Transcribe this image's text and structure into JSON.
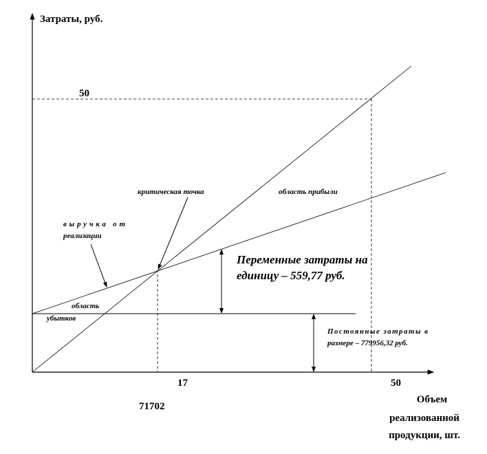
{
  "title": "Затраты, руб.",
  "y_value_label": "50",
  "x_critical_label": "17",
  "x_max_label": "50",
  "critical_value": "71702",
  "x_axis_title": [
    "Объем",
    "реализованной",
    "продукции, шт."
  ],
  "labels": {
    "critical_point": "критическая точка",
    "profit_area": "область прибыли",
    "revenue": [
      "выручка от",
      "реализации"
    ],
    "loss_area": [
      "область",
      "убытков"
    ],
    "variable_costs": [
      "Переменные затраты на",
      "единицу – 559,77 руб."
    ],
    "fixed_costs": [
      "Постоянные затраты в",
      "размере – 779956,32 руб."
    ]
  }
}
